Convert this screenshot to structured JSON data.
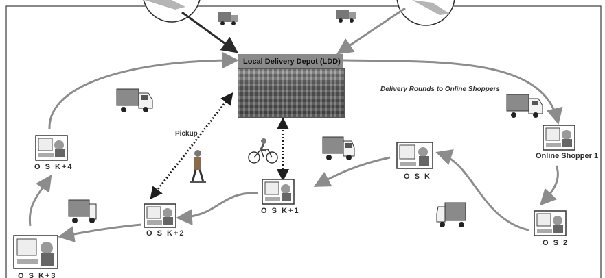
{
  "depot": {
    "title": "Local Delivery Depot (LDD)"
  },
  "annotations": {
    "delivery_rounds": "Delivery Rounds to Online Shoppers",
    "pickup": "Pickup"
  },
  "shoppers": {
    "os1": "Online Shopper  1",
    "os2": "O S  2",
    "osk": "O S    K",
    "osk1": "O S    K+1",
    "osk2": "O S    K+2",
    "osk3": "O S    K+3",
    "osk4": "O S    K+4"
  },
  "colors": {
    "arrow": "#8c8c8c",
    "dark_arrow": "#2a2a2a",
    "dotted": "#1e1e1e",
    "frame": "#3a3a3a"
  }
}
